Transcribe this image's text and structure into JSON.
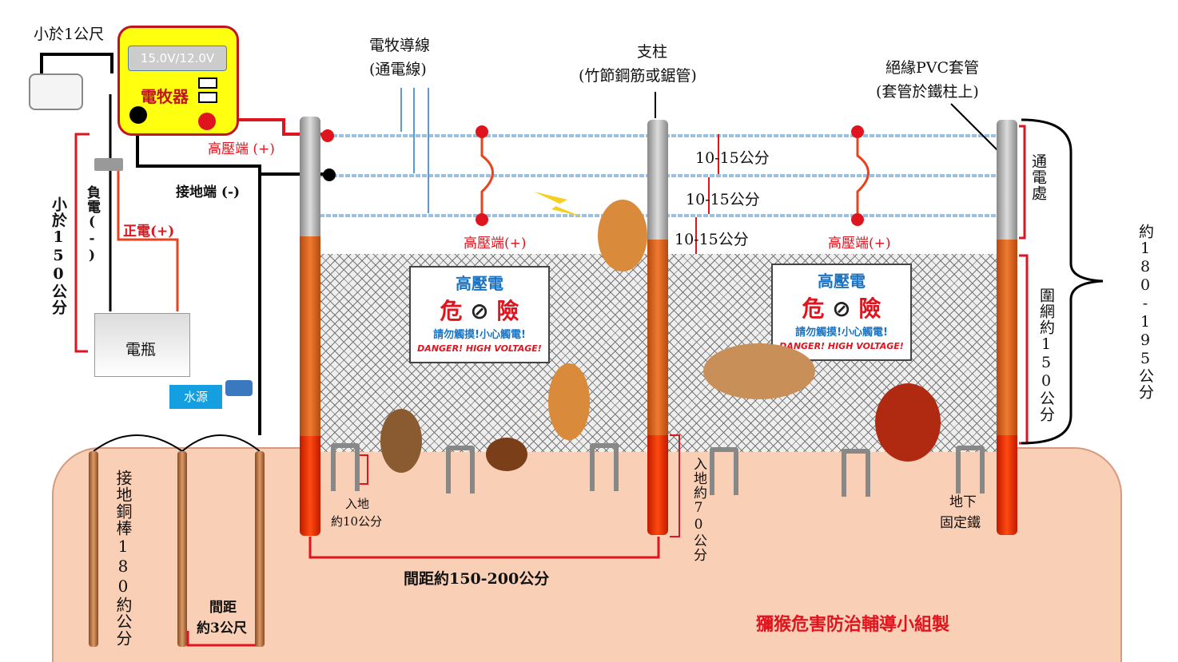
{
  "charger": {
    "display": "15.0V/12.0V",
    "label": "電牧器"
  },
  "labels": {
    "less_1m": "小於1公尺",
    "wire_title_1": "電牧導線",
    "wire_title_2": "(通電線)",
    "post_title_1": "支柱",
    "post_title_2": "(竹節鋼筋或鋸管)",
    "pvc_1": "絕緣PVC套管",
    "pvc_2": "(套管於鐵柱上)",
    "hv_terminal": "高壓端 (+)",
    "ground_terminal": "接地端 (-)",
    "negative": "負電(-)",
    "positive": "正電(+)",
    "less_150": "小於150公分",
    "battery": "電瓶",
    "water": "水源",
    "hv_left": "高壓端(+)",
    "hv_right": "高壓端(+)",
    "gap1": "10-15公分",
    "gap2": "10-15公分",
    "gap3": "10-15公分",
    "energized": "通電處",
    "mesh_height": "圍網約150公分",
    "total_height": "約180-195公分",
    "ground_rod": "接地銅棒180約公分",
    "rod_spacing_1": "間距",
    "rod_spacing_2": "約3公尺",
    "staple_depth_1": "入地",
    "staple_depth_2": "約10公分",
    "post_depth": "入地約70公分",
    "anchor_1": "地下",
    "anchor_2": "固定鐵",
    "post_spacing": "間距約150-200公分",
    "credit": "獼猴危害防治輔導小組製"
  },
  "signs": [
    {
      "title": "高壓電",
      "danger_l": "危",
      "danger_r": "險",
      "warn": "請勿觸摸!小心觸電!",
      "en": "DANGER! HIGH VOLTAGE!"
    },
    {
      "title": "高壓電",
      "danger_l": "危",
      "danger_r": "險",
      "warn": "請勿觸摸!小心觸電!",
      "en": "DANGER! HIGH VOLTAGE!"
    }
  ]
}
